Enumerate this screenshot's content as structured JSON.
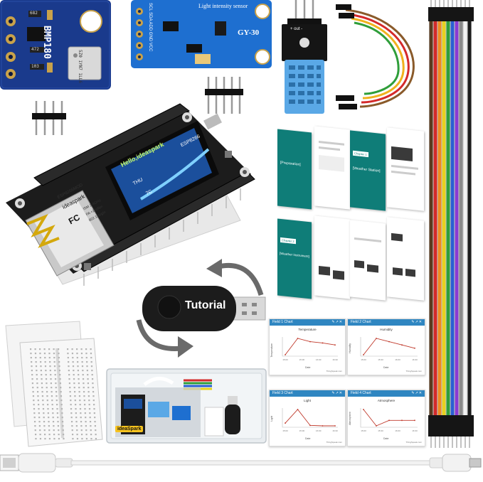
{
  "bmp180": {
    "label": "BMP180",
    "chip_text": "5Z0 1YN7 1LL6",
    "resistor": "682",
    "resistor2": "472",
    "resistor3": "103"
  },
  "gy30": {
    "title": "Light intensity sensor",
    "model": "GY-30",
    "pins": "SCL SDA ADD GND VCC"
  },
  "dht": {
    "pins": "+ out -"
  },
  "board": {
    "oled_line1": "Hello,ideaspark",
    "oled_line2": "ESP8266",
    "oled_temp": "7C",
    "oled_day": "THU",
    "brand": "ideaspark",
    "module": "ESP8266MOD",
    "fcc": "FC",
    "ism": "ISM 2.4GHz",
    "pa": "PA +25dBm",
    "wifi": "802.11b/g/n"
  },
  "usb": {
    "label": "Tutorial"
  },
  "manual": {
    "pages": [
      "[Preparation]",
      "[Weather Station]",
      "[Weather Instrument]"
    ],
    "chapters": [
      "Chapter 1",
      "Chapter 2"
    ]
  },
  "thingspeak": {
    "cards": [
      {
        "header": "Field 1 Chart",
        "title": "Temperature",
        "ylabel": "Temperature",
        "xlabel": "Date",
        "ticks": [
          "15:00",
          "15:30",
          "16:00",
          "16:30"
        ],
        "foot": "ThingSpeak.com",
        "values": [
          24,
          26.5,
          26,
          25.8,
          25.5
        ]
      },
      {
        "header": "Field 2 Chart",
        "title": "Humidity",
        "ylabel": "Humidity",
        "xlabel": "Date",
        "ticks": [
          "15:00",
          "15:30",
          "16:00",
          "16:30"
        ],
        "foot": "ThingSpeak.com",
        "values": [
          40,
          45,
          44,
          43,
          42
        ]
      },
      {
        "header": "Field 3 Chart",
        "title": "Light",
        "ylabel": "Light",
        "xlabel": "Date",
        "ticks": [
          "15:00",
          "15:30",
          "16:00",
          "16:30"
        ],
        "foot": "ThingSpeak.com",
        "values": [
          30,
          90,
          20,
          18,
          18
        ]
      },
      {
        "header": "Field 4 Chart",
        "title": "Atmosphere",
        "ylabel": "Atmosphere",
        "xlabel": "Date",
        "ticks": [
          "15:00",
          "15:30",
          "16:00",
          "16:30"
        ],
        "foot": "ThingSpeak.com",
        "values": [
          1005,
          1002,
          1003,
          1003,
          1003
        ]
      }
    ]
  },
  "box": {
    "brand": "ideaSpark"
  },
  "colors": {
    "pcb_blue": "#1a3a8c",
    "pcb_gy30": "#1e6fd0",
    "dht_blue": "#5aa8e6",
    "board_black": "#1c1c1c",
    "oled_blue": "#1b4f9c",
    "thingspeak_blue": "#2f86c1",
    "manual_teal": "#0f7d78",
    "cable_white": "#f2f2f2"
  },
  "dupont_colors": [
    "#5a3a1e",
    "#d42a2a",
    "#f08a1e",
    "#e8d21e",
    "#2f9e3a",
    "#2a5fd4",
    "#8a3ad4",
    "#8a8a8a",
    "#f2f2f2",
    "#1c1c1c"
  ]
}
